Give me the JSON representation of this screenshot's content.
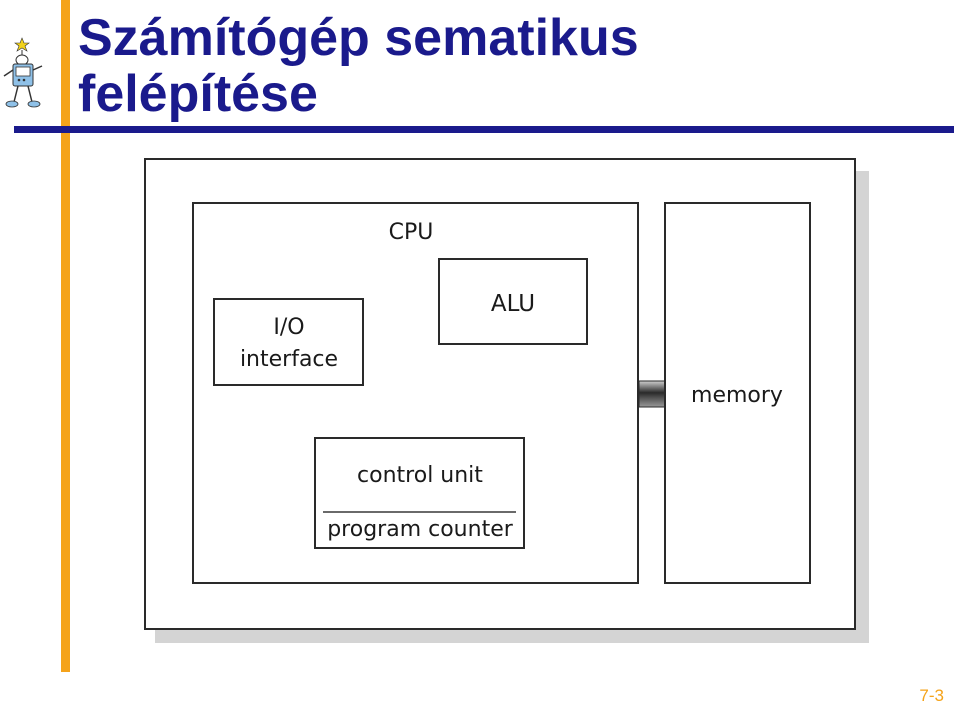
{
  "slide": {
    "title_line1": "Számítógép sematikus",
    "title_line2": "felépítése",
    "slide_number": "7-3",
    "accent_color": "#f5a31a",
    "title_color": "#1a1a8c",
    "mascot_icon": "computer-mascot-icon"
  },
  "diagram": {
    "cpu_label": "CPU",
    "alu_label": "ALU",
    "io_label_line1": "I/O",
    "io_label_line2": "interface",
    "control_unit_label": "control unit",
    "program_counter_label": "program counter",
    "memory_label": "memory",
    "connector_icon": "bus-connector-icon"
  }
}
